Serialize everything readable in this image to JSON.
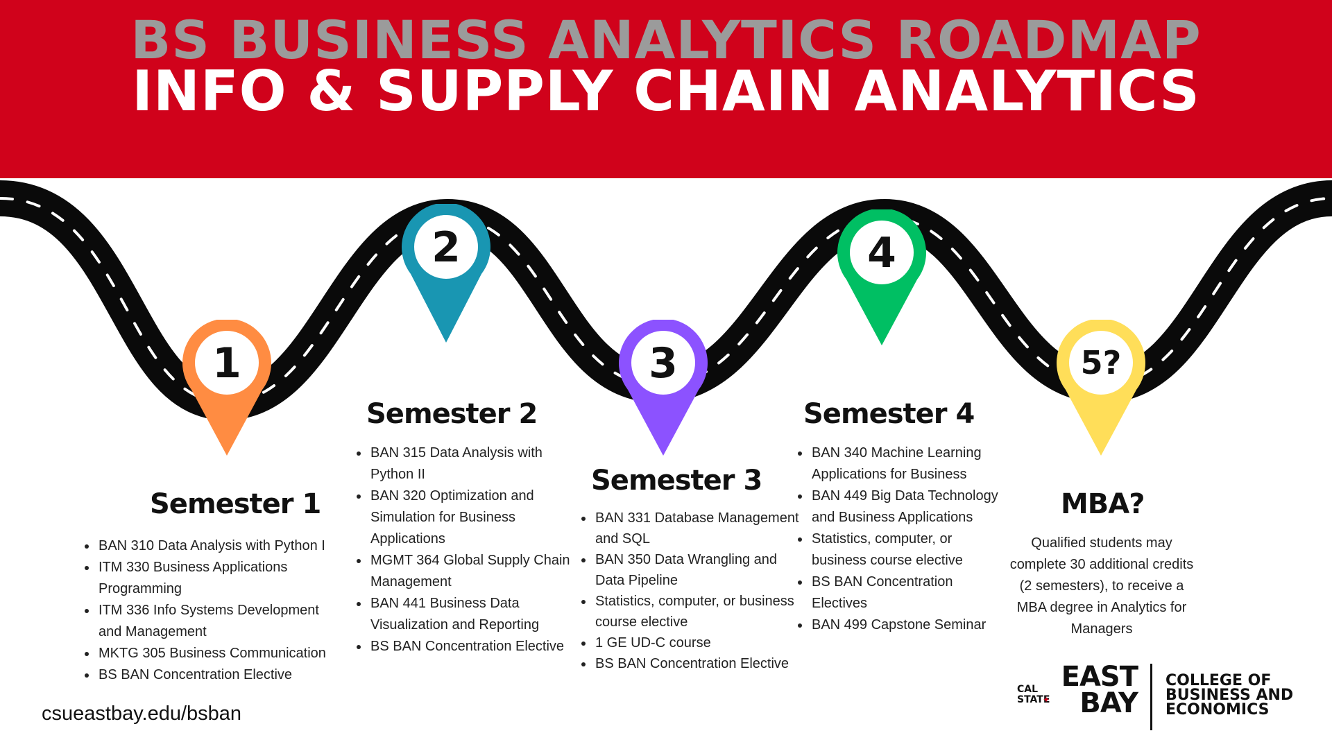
{
  "header": {
    "title": "BS BUSINESS ANALYTICS ROADMAP",
    "subtitle": "INFO & SUPPLY CHAIN ANALYTICS",
    "banner_color": "#d0021b"
  },
  "semesters": [
    {
      "pin_label": "1",
      "pin_color": "#ff8c42",
      "heading": "Semester 1",
      "courses": [
        "BAN 310 Data Analysis with Python I",
        "ITM  330 Business Applications Programming",
        "ITM 336 Info Systems Development and Management",
        "MKTG 305 Business Communication",
        "BS BAN Concentration Elective"
      ]
    },
    {
      "pin_label": "2",
      "pin_color": "#1996b2",
      "heading": "Semester 2",
      "courses": [
        "BAN 315 Data Analysis with Python II",
        "BAN 320 Optimization and Simulation for Business Applications",
        "MGMT 364 Global Supply Chain Management",
        "BAN 441 Business Data Visualization and Reporting",
        "BS BAN Concentration Elective"
      ]
    },
    {
      "pin_label": "3",
      "pin_color": "#8c52ff",
      "heading": "Semester 3",
      "courses": [
        "BAN 331 Database Management and SQL",
        "BAN 350 Data Wrangling and Data Pipeline",
        "Statistics, computer, or business course elective",
        "1 GE UD-C course",
        "BS BAN Concentration Elective"
      ]
    },
    {
      "pin_label": "4",
      "pin_color": "#00bf63",
      "heading": "Semester 4",
      "courses": [
        "BAN 340 Machine Learning Applications for Business",
        "BAN 449 Big Data Technology and Business Applications",
        "Statistics, computer, or business course elective",
        "BS BAN Concentration Electives",
        "BAN 499 Capstone Seminar"
      ]
    }
  ],
  "mba": {
    "pin_label": "5?",
    "pin_color": "#ffde59",
    "heading": "MBA?",
    "text": "Qualified students may complete 30 additional credits (2 semesters), to receive a MBA degree in Analytics for Managers"
  },
  "footer": {
    "url": "csueastbay.edu/bsban",
    "logo_cal_state": "CAL STATE",
    "logo_east_bay": "EAST BAY",
    "logo_college": "COLLEGE OF BUSINESS AND ECONOMICS"
  }
}
